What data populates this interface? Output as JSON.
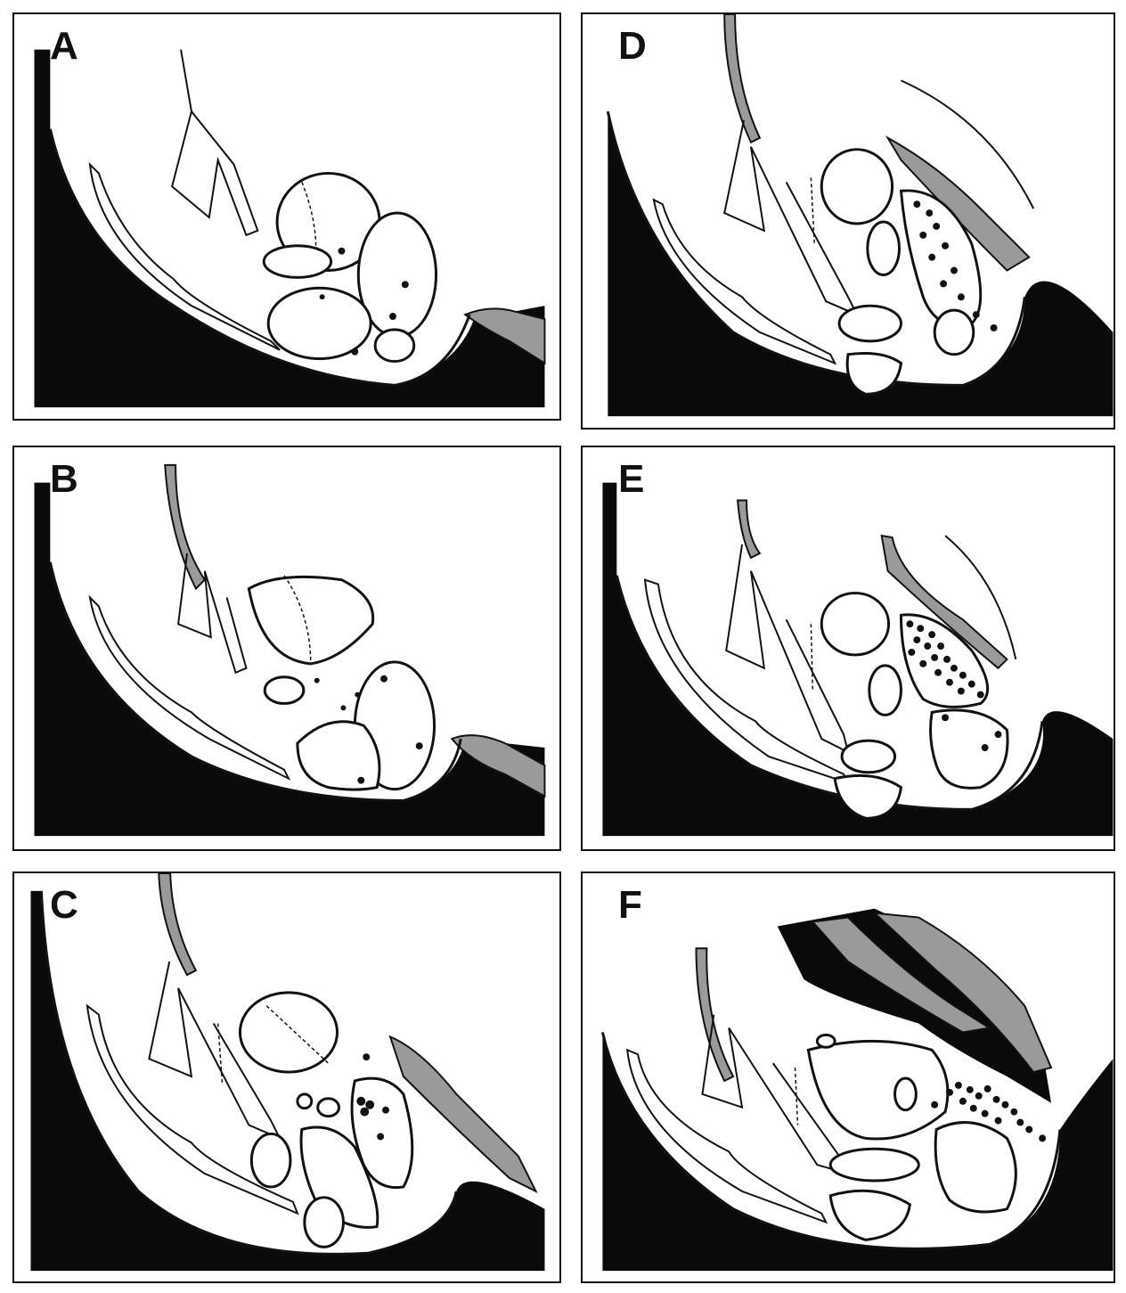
{
  "panels": [
    {
      "id": "A",
      "label": "A"
    },
    {
      "id": "B",
      "label": "B"
    },
    {
      "id": "C",
      "label": "C"
    },
    {
      "id": "D",
      "label": "D"
    },
    {
      "id": "E",
      "label": "E"
    },
    {
      "id": "F",
      "label": "F"
    }
  ],
  "colors": {
    "tissue": "#0a0a0a",
    "stipple": "#9a9a9a",
    "outline": "#111111",
    "background": "#ffffff"
  }
}
